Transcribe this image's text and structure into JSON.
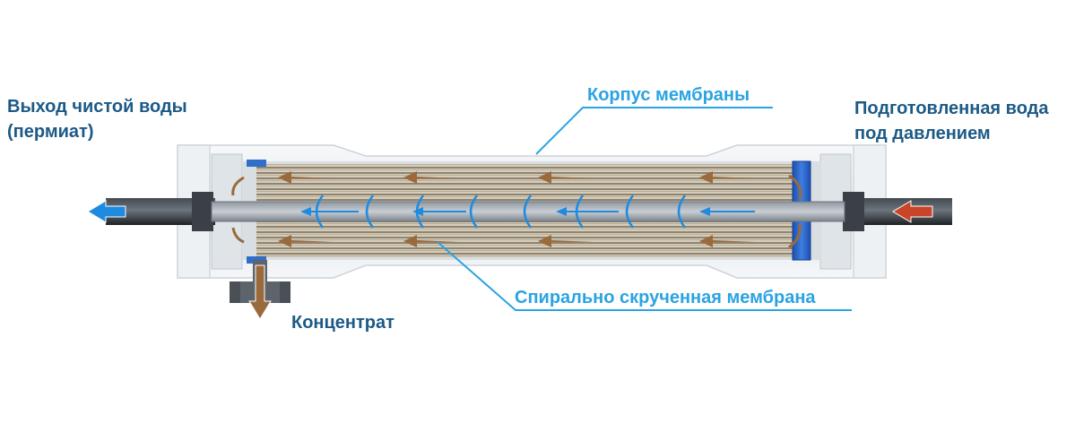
{
  "labels": {
    "permeate_out": [
      "Выход чистой воды",
      "(пермиат)"
    ],
    "feed_in": [
      "Подготовленная вода",
      "под давлением"
    ],
    "housing": "Корпус мембраны",
    "membrane": "Спирально скрученная мембрана",
    "concentrate": "Концентрат"
  },
  "colors": {
    "dark_label": "#1c5a86",
    "light_label": "#2aa3e2",
    "feed_arrow": "#c8452a",
    "permeate_arrow": "#1f8be0",
    "concentrate_arrow": "#9a6a3c",
    "housing": "#e9edf1",
    "end_plate": "#2f6fc9"
  }
}
